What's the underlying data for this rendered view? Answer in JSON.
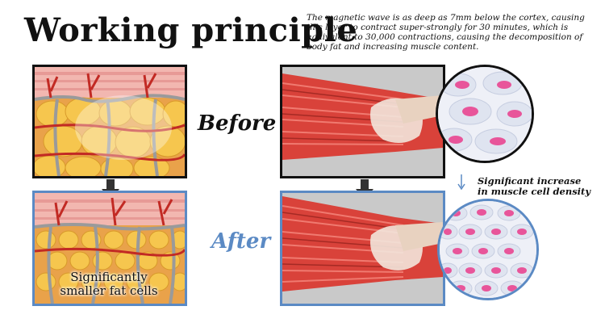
{
  "header": {
    "title": "Working principle",
    "description": "The magnetic wave is as deep as 7mm below the cortex, causing this layer to contract super-strongly for 30 minutes, which is equivalent to 30,000 contractions, causing the decomposition of body fat and increasing muscle content."
  },
  "labels": {
    "before": "Before",
    "after": "After",
    "fat_caption_line1": "Significantly",
    "fat_caption_line2": "smaller fat cells",
    "muscle_note_line1": "Significant increase",
    "muscle_note_line2": "in muscle cell density"
  },
  "colors": {
    "before_border": "#111111",
    "after_border": "#5b8ac4",
    "fat": "#f2c24a",
    "muscle": "#d9423a",
    "cell": "#e8559a"
  }
}
